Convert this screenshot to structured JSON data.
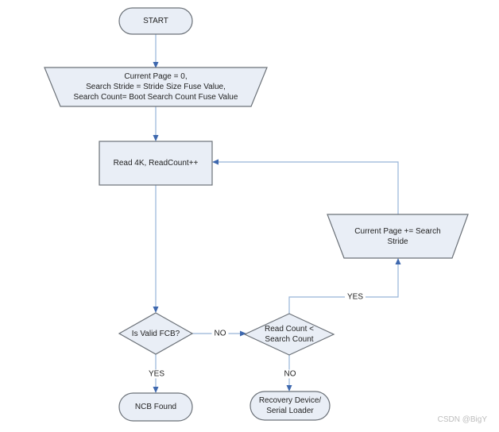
{
  "colors": {
    "shape_fill": "#e9eef6",
    "shape_border": "#6b7178",
    "connector_line": "#97b4d8",
    "arrowhead": "#3e68ae",
    "text": "#1f1f1f",
    "watermark": "#bdbdbd"
  },
  "nodes": {
    "start": {
      "label": "START"
    },
    "init": {
      "lines": [
        "Current Page = 0,",
        "Search Stride = Stride Size Fuse Value,",
        "Search Count= Boot Search Count Fuse Value"
      ]
    },
    "read": {
      "label": "Read 4K, ReadCount++"
    },
    "advance": {
      "lines": [
        "Current Page += Search",
        "Stride"
      ]
    },
    "valid_fcb": {
      "label": "Is Valid FCB?"
    },
    "count_check": {
      "lines": [
        "Read Count <",
        "Search Count"
      ]
    },
    "ncb_found": {
      "label": "NCB Found"
    },
    "recovery": {
      "lines": [
        "Recovery Device/",
        "Serial Loader"
      ]
    }
  },
  "edge_labels": {
    "valid_fcb_no": "NO",
    "valid_fcb_yes": "YES",
    "count_check_no": "NO",
    "count_check_yes": "YES"
  },
  "watermark": "CSDN @BigY"
}
